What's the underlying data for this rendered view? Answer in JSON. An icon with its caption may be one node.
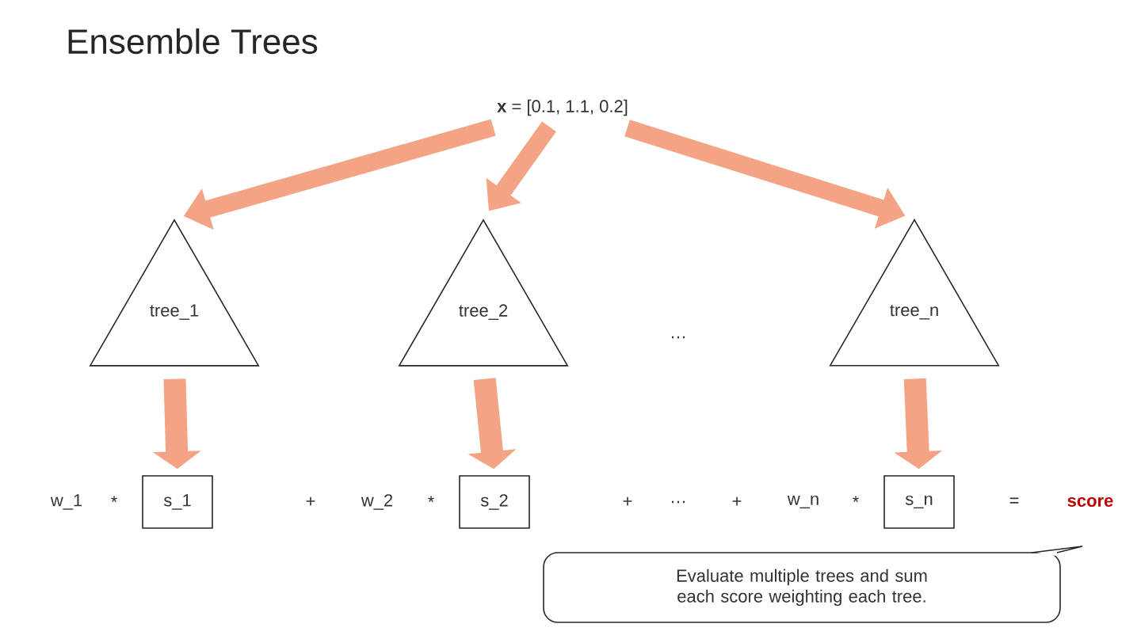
{
  "diagram": {
    "title": "Ensemble Trees",
    "nodes": [
      {
        "text": [
          "**x** = [0.1, 1.1, 0.2]"
        ]
      },
      {
        "text": [
          "tree_1"
        ]
      },
      {
        "text": [
          "tree_2"
        ]
      },
      {
        "text": [
          "tree_n"
        ]
      },
      {
        "text": [
          "s_1"
        ]
      },
      {
        "text": [
          "s_2"
        ]
      },
      {
        "text": [
          "s_n"
        ]
      },
      {
        "text": [
          "Evaluate multiple trees and sum each score weighting each tree."
        ]
      }
    ],
    "edges": [
      {
        "from": 0,
        "to": 1,
        "arrow": "to"
      },
      {
        "from": 0,
        "to": 2,
        "arrow": "to"
      },
      {
        "from": 0,
        "to": 3,
        "arrow": "to"
      },
      {
        "from": 1,
        "to": 4,
        "arrow": "to"
      },
      {
        "from": 2,
        "to": 5,
        "arrow": "to"
      },
      {
        "from": 3,
        "to": 6,
        "arrow": "to"
      }
    ],
    "labels": [
      "…",
      "w_1",
      "*",
      "+",
      "w_2",
      "*",
      "+",
      "…",
      "+",
      "w_n",
      "*",
      "=",
      "score"
    ]
  }
}
